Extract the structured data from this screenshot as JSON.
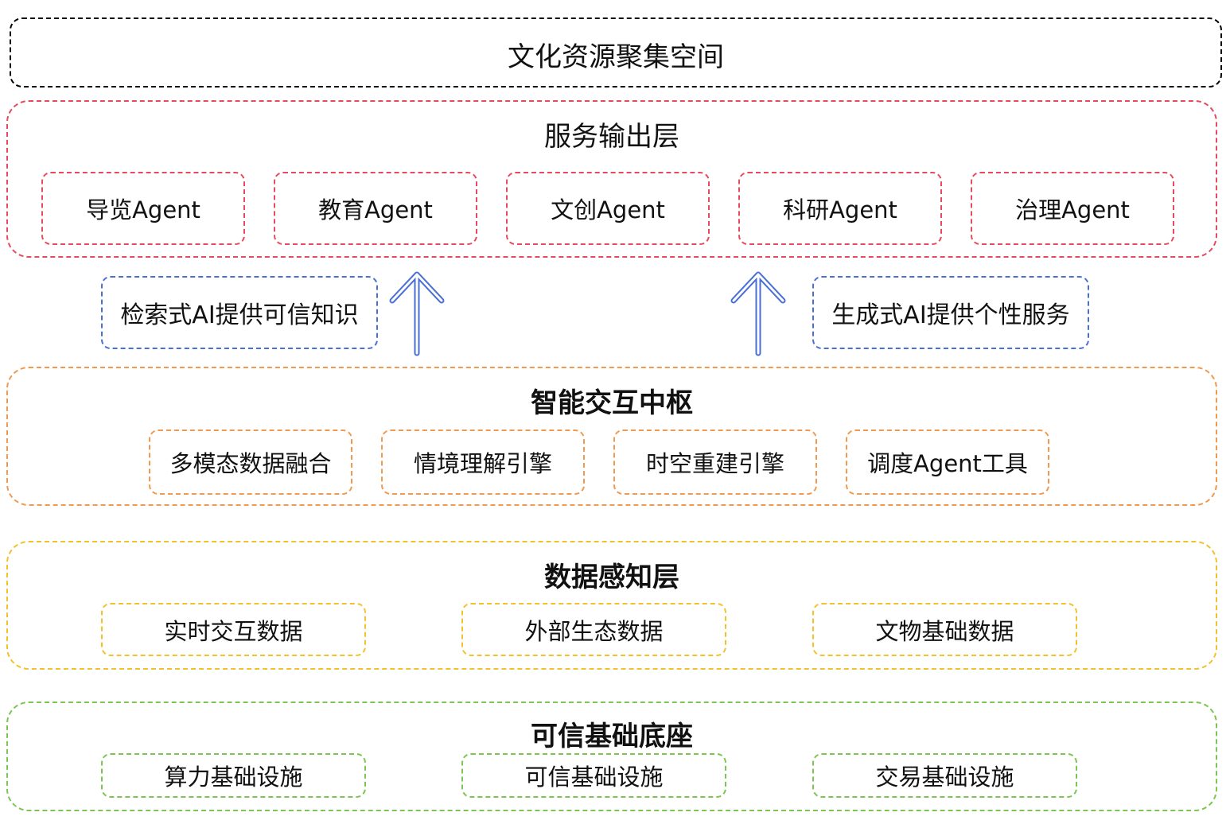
{
  "top": {
    "title": "文化资源聚集空间",
    "color": "#000000"
  },
  "service_layer": {
    "title": "服务输出层",
    "color": "#e64a5f",
    "items": [
      "导览Agent",
      "教育Agent",
      "文创Agent",
      "科研Agent",
      "治理Agent"
    ]
  },
  "ai_notes": {
    "color": "#4a6fd4",
    "arrow_color": "#4a6fd4",
    "left": "检索式AI提供可信知识",
    "right": "生成式AI提供个性服务"
  },
  "hub": {
    "title": "智能交互中枢",
    "color": "#f09a50",
    "items": [
      "多模态数据融合",
      "情境理解引擎",
      "时空重建引擎",
      "调度Agent工具"
    ]
  },
  "perception_layer": {
    "title": "数据感知层",
    "color": "#f2c12e",
    "items": [
      "实时交互数据",
      "外部生态数据",
      "文物基础数据"
    ]
  },
  "foundation": {
    "title": "可信基础底座",
    "color": "#7cc552",
    "items": [
      "算力基础设施",
      "可信基础设施",
      "交易基础设施"
    ]
  }
}
